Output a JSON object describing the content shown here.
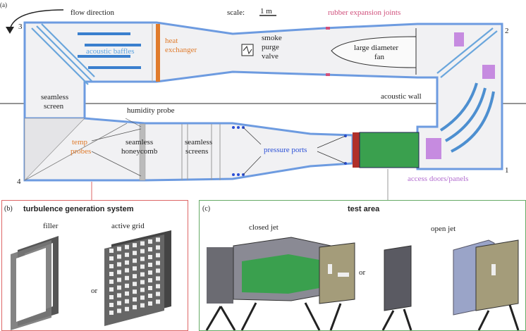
{
  "panel_a": {
    "tag": "(a)",
    "flow_direction": "flow direction",
    "scale_label": "scale:",
    "scale_value": "1 m",
    "corners": [
      "1",
      "2",
      "3",
      "4"
    ],
    "labels": {
      "acoustic_baffles": "acoustic baffles",
      "heat_exchanger_1": "heat",
      "heat_exchanger_2": "exchanger",
      "smoke_purge_1": "smoke",
      "smoke_purge_2": "purge",
      "smoke_purge_3": "valve",
      "rubber_joints": "rubber expansion joints",
      "fan_1": "large diameter",
      "fan_2": "fan",
      "seamless_screen_1": "seamless",
      "seamless_screen_2": "screen",
      "acoustic_wall": "acoustic wall",
      "humidity_probe": "humidity probe",
      "temp_probes_1": "temp",
      "temp_probes_2": "probes",
      "honeycomb_1": "seamless",
      "honeycomb_2": "honeycomb",
      "screens_1": "seamless",
      "screens_2": "screens",
      "pressure_ports": "pressure ports",
      "access_doors": "access doors/panels"
    }
  },
  "panel_b": {
    "tag": "(b)",
    "title": "turbulence generation system",
    "filler": "filler",
    "active_grid": "active grid",
    "or": "or"
  },
  "panel_c": {
    "tag": "(c)",
    "title": "test area",
    "closed_jet": "closed jet",
    "open_jet": "open jet",
    "or": "or"
  },
  "colors": {
    "duct_outline": "#6d9be0",
    "duct_fill": "#f1f1f3",
    "heat_exchanger": "#e07b2c",
    "test_section": "#3aa04e",
    "nozzle_end": "#b0302a",
    "access_panels": "#c68be0",
    "turning_vanes": "#6aa6dc",
    "ports": "#2a4fd6",
    "panel_border": "#d66"
  }
}
